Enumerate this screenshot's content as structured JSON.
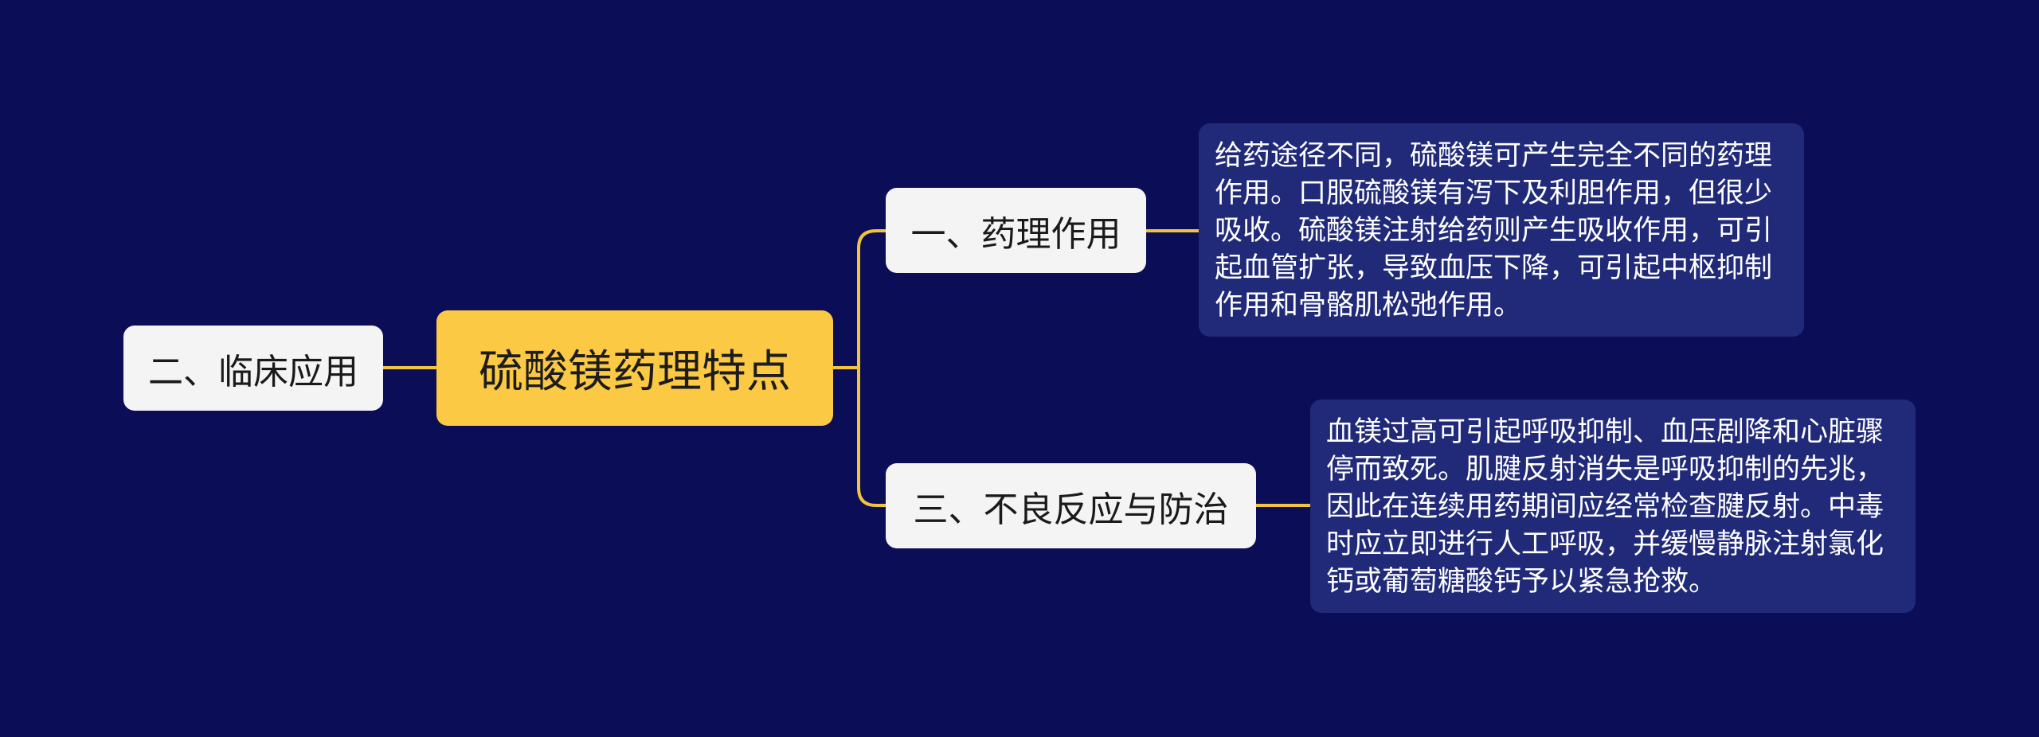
{
  "root": {
    "title": "硫酸镁药理特点"
  },
  "branches": [
    {
      "label": "二、临床应用"
    },
    {
      "label": "一、药理作用"
    },
    {
      "label": "三、不良反应与防治"
    }
  ],
  "details": {
    "pharmacology": "给药途径不同，硫酸镁可产生完全不同的药理\n作用。口服硫酸镁有泻下及利胆作用，但很少\n吸收。硫酸镁注射给药则产生吸收作用，可引\n起血管扩张，导致血压下降，可引起中枢抑制\n作用和骨骼肌松弛作用。",
    "adverse": "血镁过高可引起呼吸抑制、血压剧降和心脏骤\n停而致死。肌腱反射消失是呼吸抑制的先兆，\n因此在连续用药期间应经常检查腱反射。中毒\n时应立即进行人工呼吸，并缓慢静脉注射氯化\n钙或葡萄糖酸钙予以紧急抢救。"
  },
  "colors": {
    "background": "#0b0e56",
    "root_fill": "#fcc945",
    "branch_fill": "#f4f4f5",
    "detail_fill": "#212a78",
    "connector": "#f2c43d"
  }
}
